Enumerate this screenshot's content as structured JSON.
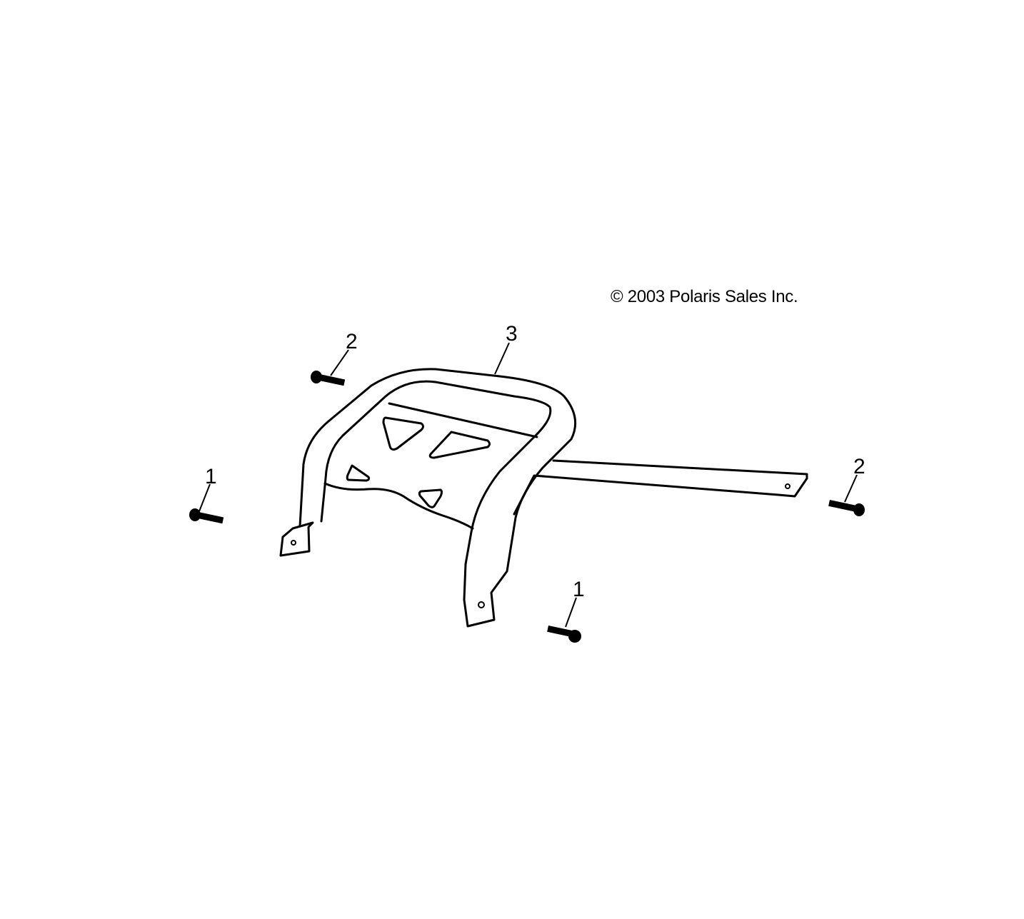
{
  "copyright": "© 2003 Polaris Sales Inc.",
  "callouts": [
    {
      "label": "1",
      "part": "bolt"
    },
    {
      "label": "2",
      "part": "bolt"
    },
    {
      "label": "3",
      "part": "rack"
    },
    {
      "label": "2",
      "part": "bolt"
    },
    {
      "label": "1",
      "part": "bolt"
    }
  ],
  "colors": {
    "line": "#000000",
    "background": "#ffffff"
  }
}
